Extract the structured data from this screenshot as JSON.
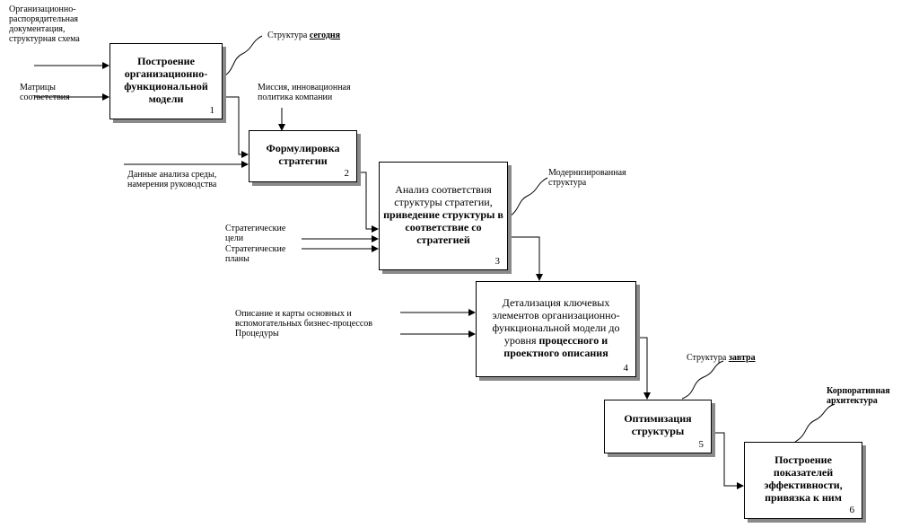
{
  "boxes": [
    {
      "id": "1",
      "parts": [
        {
          "text": "Построение организационно-функциональной модели",
          "bold": true
        }
      ],
      "number": "1"
    },
    {
      "id": "2",
      "parts": [
        {
          "text": "Формулировка стратегии",
          "bold": true
        }
      ],
      "number": "2"
    },
    {
      "id": "3",
      "parts": [
        {
          "text": "Анализ соответствия структуры стратегии, ",
          "bold": false
        },
        {
          "text": "приведение структуры в соответствие со стратегией",
          "bold": true
        }
      ],
      "number": "3"
    },
    {
      "id": "4",
      "parts": [
        {
          "text": "Детализация ключевых элементов организационно-функциональной модели до уровня ",
          "bold": false
        },
        {
          "text": "процессного и проектного описания",
          "bold": true
        }
      ],
      "number": "4"
    },
    {
      "id": "5",
      "parts": [
        {
          "text": "Оптимизация структуры",
          "bold": true
        }
      ],
      "number": "5"
    },
    {
      "id": "6",
      "parts": [
        {
          "text": "Построение показателей эффективности, привязка к ним",
          "bold": true
        }
      ],
      "number": "6"
    }
  ],
  "labels": {
    "org_docs": [
      "Организационно-",
      "распорядительная",
      "документация,",
      "структурная схема"
    ],
    "matrices": [
      "Матрицы",
      "соответствия"
    ],
    "structure_today_prefix": "Структура ",
    "structure_today_emph": "сегодня",
    "mission": [
      "Миссия, инновационная",
      "политика компании"
    ],
    "env_data": [
      "Данные анализа среды,",
      "намерения руководства"
    ],
    "modernized": [
      "Модернизированная",
      "структура"
    ],
    "strategic_goals": [
      "Стратегические",
      "цели"
    ],
    "strategic_plans": [
      "Стратегические",
      "планы"
    ],
    "processes": [
      "Описание и карты основных и",
      "вспомогательных бизнес-процессов"
    ],
    "procedures": "Процедуры",
    "structure_tomorrow_prefix": "Структура ",
    "structure_tomorrow_emph": "завтра",
    "corporate_arch": [
      "Корпоративная",
      "архитектура"
    ]
  }
}
